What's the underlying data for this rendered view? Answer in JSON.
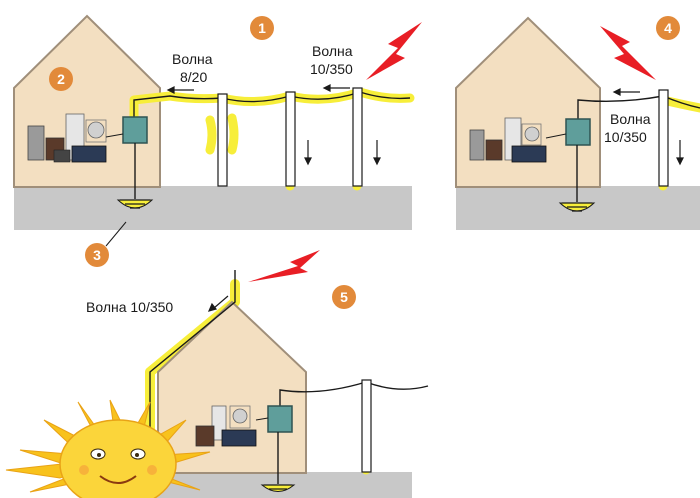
{
  "labels": {
    "wave_8_20_line1": "Волна",
    "wave_8_20_line2": "8/20",
    "wave_10_350_a_line1": "Волна",
    "wave_10_350_a_line2": "10/350",
    "wave_10_350_b_line1": "Волна",
    "wave_10_350_b_line2": "10/350",
    "wave_10_350_c": "Волна 10/350"
  },
  "badges": {
    "b1": "1",
    "b2": "2",
    "b3": "3",
    "b4": "4",
    "b5": "5"
  },
  "colors": {
    "house_fill": "#f3dfc1",
    "house_stroke": "#a08f7a",
    "ground": "#c8c8c8",
    "surge_highlight": "#f7ee3a",
    "lightning": "#e81e25",
    "badge": "#e28a3a",
    "breaker_box": "#5f9e9b",
    "pole": "#ffffff",
    "sun": "#f8c21c"
  }
}
